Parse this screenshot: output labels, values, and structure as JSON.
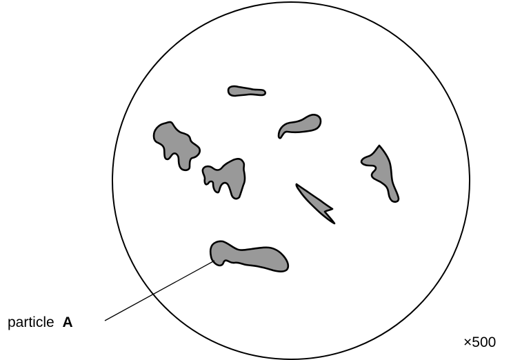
{
  "figure": {
    "label": {
      "prefix": "particle",
      "letter": "A"
    },
    "magnification": "×500",
    "colors": {
      "particle_fill": "#999999",
      "outline": "#000000",
      "background": "#ffffff"
    }
  }
}
